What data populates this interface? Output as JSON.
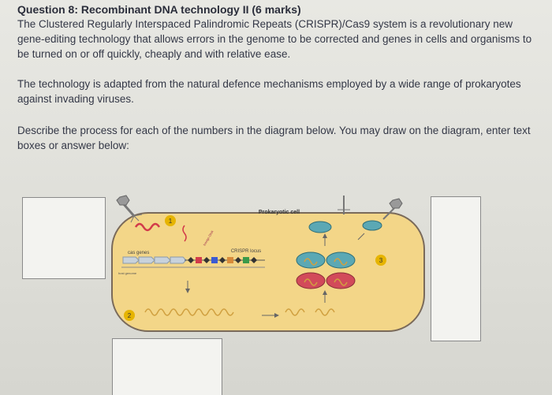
{
  "question": {
    "title": "Question 8: Recombinant DNA technology II (6 marks)",
    "paragraph1": "The Clustered Regularly Interspaced Palindromic Repeats (CRISPR)/Cas9 system is a revolutionary new gene-editing technology that allows errors in the genome to be corrected and genes in cells and organisms to be turned on or off quickly, cheaply and with relative ease.",
    "paragraph2": "The technology is adapted from the natural defence mechanisms employed by a wide range of prokaryotes against invading viruses.",
    "paragraph3": "Describe the process for each of the numbers in the diagram below. You may draw on the diagram, enter text boxes or answer below:"
  },
  "diagram": {
    "cell_label": "Prokaryotic cell",
    "cas_genes_label": "cas genes",
    "crispr_locus_label": "CRISPR locus",
    "host_genome_label": "host genome",
    "foreign_dna_label": "foreign DNA",
    "step_numbers": [
      "1",
      "2",
      "3"
    ],
    "colors": {
      "cell_fill": "#f3d688",
      "cell_stroke": "#7a6a5a",
      "marker": "#e6b400",
      "rna": "#d0a040",
      "cas9": "#5ba8b4"
    }
  }
}
